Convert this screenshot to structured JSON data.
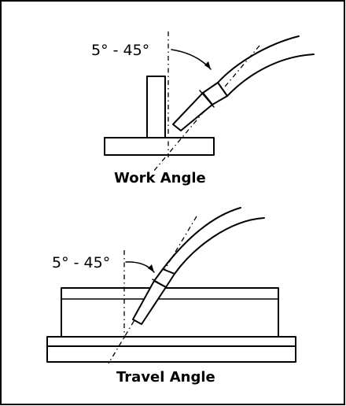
{
  "work_angle": {
    "range_label": "5° - 45°",
    "caption": "Work Angle"
  },
  "travel_angle": {
    "range_label": "5° - 45°",
    "caption": "Travel Angle"
  },
  "colors": {
    "line": "#000000",
    "background": "#ffffff",
    "border": "#000000"
  }
}
